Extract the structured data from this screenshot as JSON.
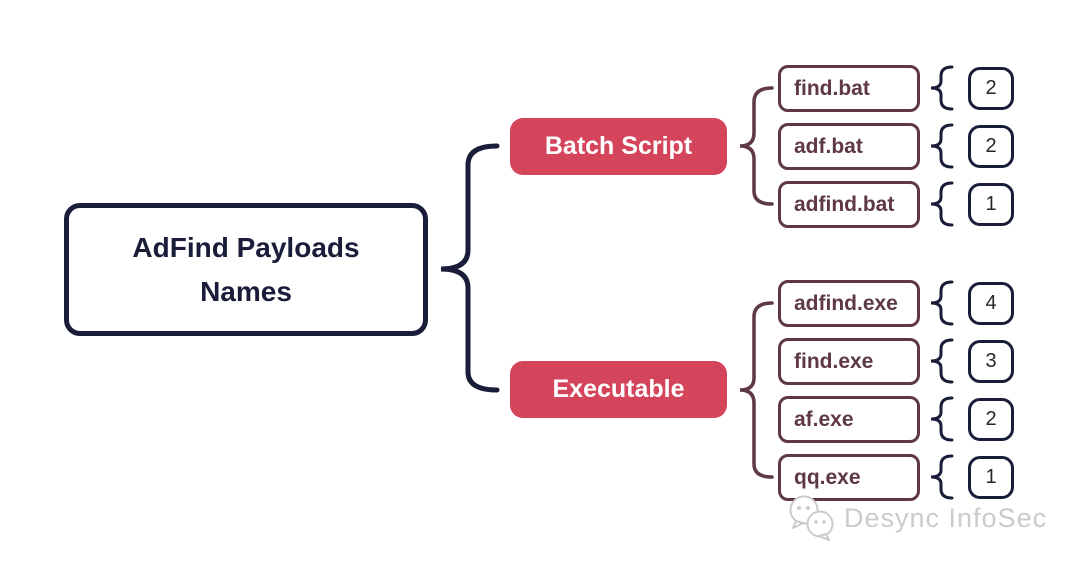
{
  "colors": {
    "navy": "#191d3a",
    "red": "#d4455b",
    "maroon": "#5e3843",
    "count_text": "#26262b",
    "watermark_gray": "#cbcbcb"
  },
  "root": {
    "label": "AdFind Payloads Names"
  },
  "branches": [
    {
      "label": "Batch Script",
      "children": [
        {
          "name": "find.bat",
          "count": "2"
        },
        {
          "name": "adf.bat",
          "count": "2"
        },
        {
          "name": "adfind.bat",
          "count": "1"
        }
      ]
    },
    {
      "label": "Executable",
      "children": [
        {
          "name": "adfind.exe",
          "count": "4"
        },
        {
          "name": "find.exe",
          "count": "3"
        },
        {
          "name": "af.exe",
          "count": "2"
        },
        {
          "name": "qq.exe",
          "count": "1"
        }
      ]
    }
  ],
  "watermark": {
    "text": "Desync InfoSec",
    "icon": "wechat-icon"
  }
}
